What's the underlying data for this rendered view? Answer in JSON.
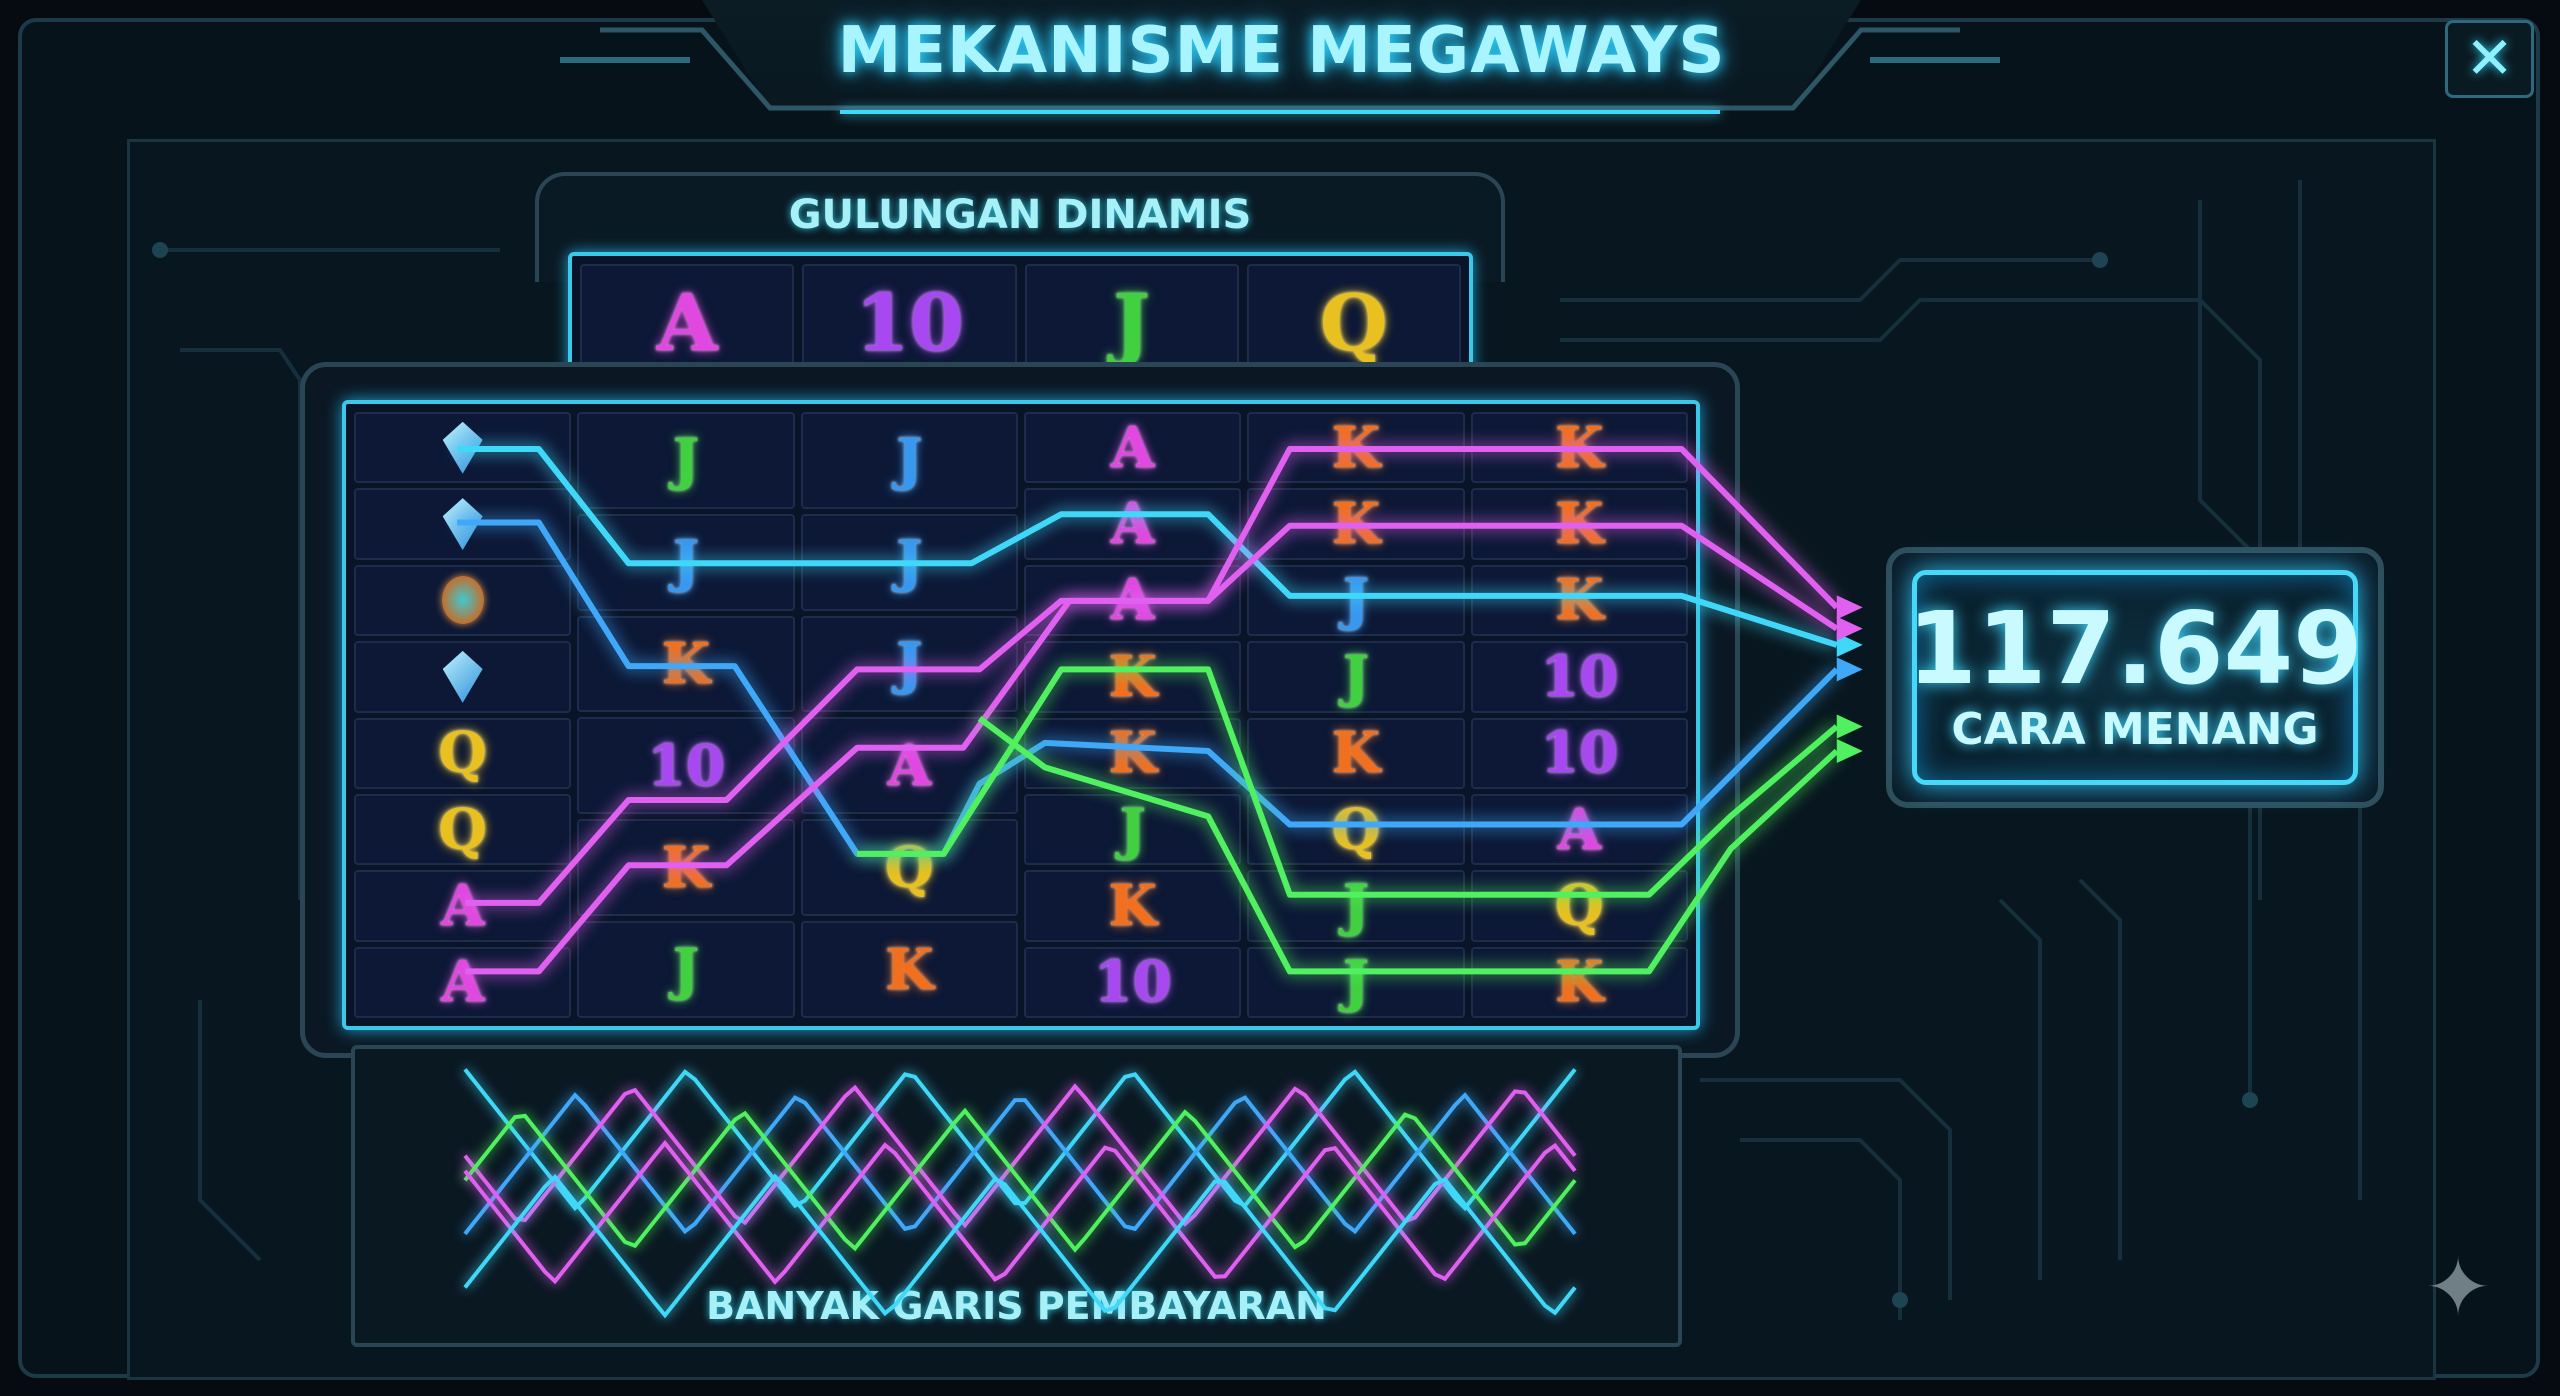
{
  "window": {
    "title": "MEKANISME MEGAWAYS",
    "close_icon": "close-icon"
  },
  "reels": {
    "header_label": "GULUNGAN DINAMIS",
    "top_row": [
      "A",
      "10",
      "J",
      "Q"
    ],
    "columns": [
      [
        "gem",
        "gem",
        "orb",
        "gem",
        "Q",
        "Q",
        "A",
        "A"
      ],
      [
        "J",
        "J*",
        "K",
        "10",
        "K",
        "J"
      ],
      [
        "J*",
        "J*",
        "J*",
        "A",
        "Q",
        "K"
      ],
      [
        "A",
        "A",
        "A",
        "K",
        "K",
        "J",
        "K",
        "10"
      ],
      [
        "K",
        "K",
        "J*",
        "J",
        "K",
        "Q",
        "J",
        "J"
      ],
      [
        "K",
        "K",
        "K",
        "10",
        "10",
        "A",
        "Q",
        "K"
      ]
    ]
  },
  "symbol_colors": {
    "A": "#e048e0",
    "10": "#a848f0",
    "J": "#40d040",
    "J*": "#3898f0",
    "Q": "#e8c020",
    "K": "#f07020"
  },
  "payline_colors": {
    "cyan": "#40d8f8",
    "magenta": "#e060f0",
    "green": "#50f060",
    "blue": "#40a8f8"
  },
  "ways": {
    "count": "117.649",
    "label": "CARA MENANG"
  },
  "paylines_panel": {
    "label": "BANYAK GARIS PEMBAYARAN"
  },
  "decoration": {
    "sparkle_icon": "sparkle-icon"
  }
}
